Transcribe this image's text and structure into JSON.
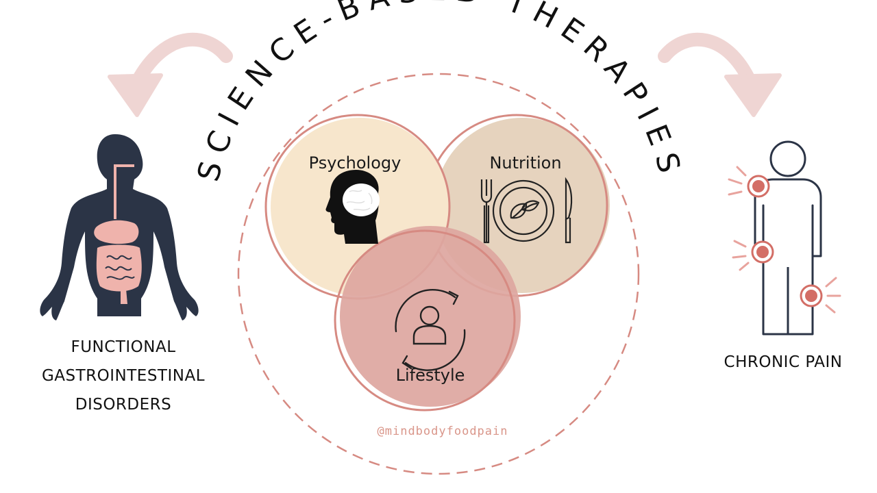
{
  "title": "SCIENCE-BASED THERAPIES",
  "circles": {
    "psychology": "Psychology",
    "nutrition": "Nutrition",
    "lifestyle": "Lifestyle"
  },
  "handle": "@mindbodyfoodpain",
  "left": {
    "label_lines": [
      "FUNCTIONAL",
      "GASTROINTESTINAL",
      "DISORDERS"
    ],
    "icon": "digestive-system-body-icon"
  },
  "right": {
    "label": "CHRONIC PAIN",
    "icon": "body-pain-points-icon"
  },
  "colors": {
    "psychology_fill": "#f7e6cc",
    "nutrition_fill": "#e6d3be",
    "lifestyle_fill": "#dda6a0",
    "outline": "#d68a82",
    "arrow": "#efd5d3",
    "body_dark": "#2b3446",
    "organ_pink": "#efb3ac",
    "pain_red": "#d36e66"
  }
}
